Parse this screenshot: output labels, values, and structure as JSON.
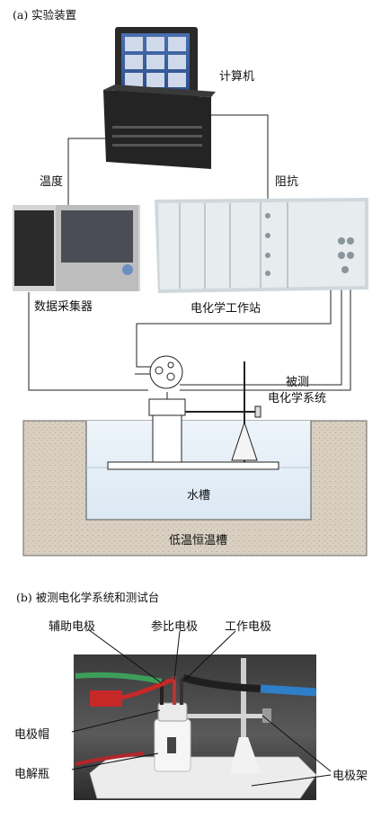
{
  "part_a": {
    "title": "(a) 实验装置",
    "labels": {
      "computer": "计算机",
      "temperature": "温度",
      "impedance": "阻抗",
      "data_logger": "数据采集器",
      "workstation": "电化学工作站",
      "system_under_test_line1": "被测",
      "system_under_test_line2": "电化学系统",
      "water_tank": "水槽",
      "low_temp_bath": "低温恒温槽"
    }
  },
  "part_b": {
    "title": "(b) 被测电化学系统和测试台",
    "labels": {
      "aux_electrode": "辅助电极",
      "ref_electrode": "参比电极",
      "work_electrode": "工作电极",
      "electrode_cap": "电极帽",
      "electrolytic_bottle": "电解瓶",
      "electrode_stand": "电极架"
    }
  }
}
